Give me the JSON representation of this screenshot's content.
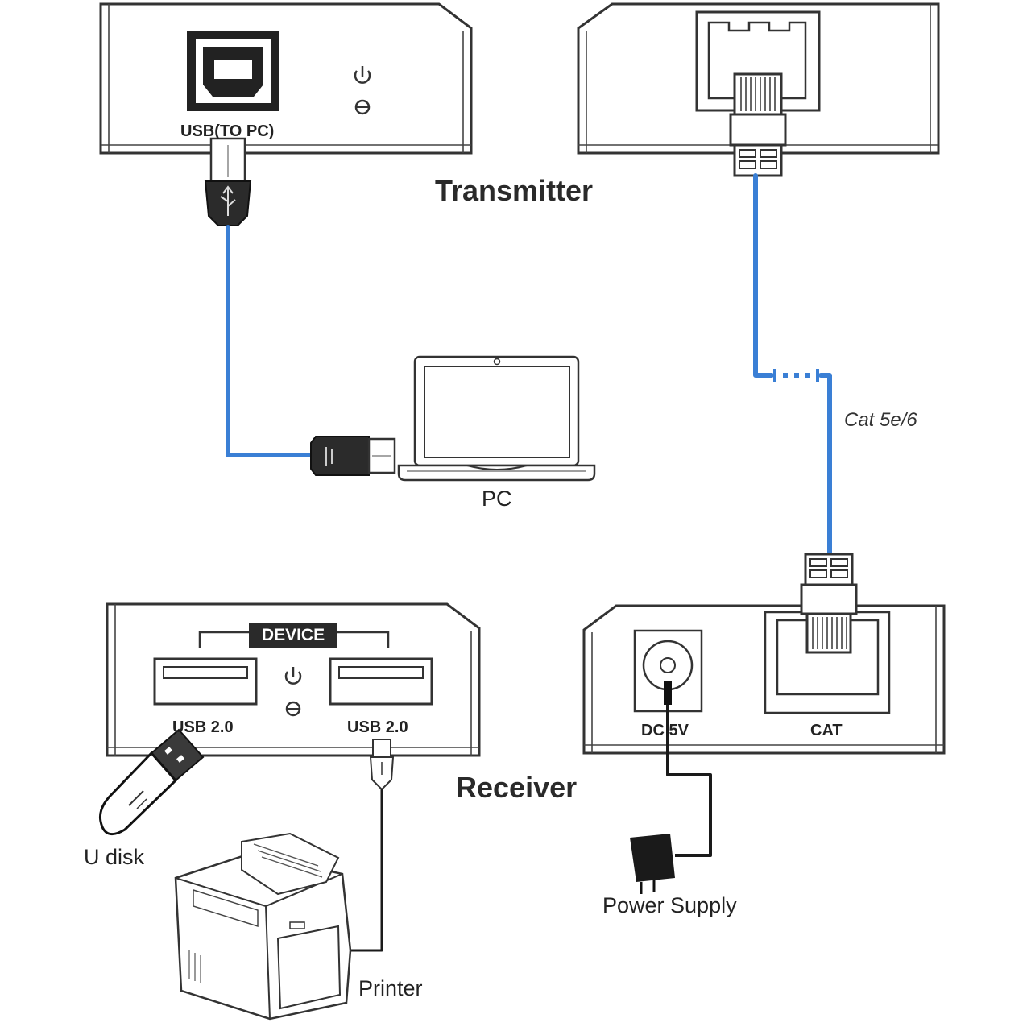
{
  "colors": {
    "cable": "#3a7fd5",
    "outline": "#333333",
    "dark": "#2a2a2a",
    "panel": "#ffffff"
  },
  "transmitter": {
    "title": "Transmitter",
    "usb_port_label": "USB(TO PC)"
  },
  "pc": {
    "label": "PC"
  },
  "cable": {
    "label": "Cat 5e/6"
  },
  "receiver": {
    "title": "Receiver",
    "device_header": "DEVICE",
    "usb_port_1_label": "USB 2.0",
    "usb_port_2_label": "USB 2.0",
    "dc_label": "DC 5V",
    "cat_label": "CAT"
  },
  "peripherals": {
    "udisk_label": "U disk",
    "printer_label": "Printer",
    "power_supply_label": "Power Supply"
  },
  "icons": [
    "usb-b-port-icon",
    "power-icon",
    "led-icon",
    "rj45-port-icon",
    "rj45-plug-icon",
    "usb-plug-icon",
    "laptop-icon",
    "usb-a-port-icon",
    "dc-jack-icon",
    "usb-flash-drive-icon",
    "printer-icon",
    "power-adapter-icon"
  ]
}
